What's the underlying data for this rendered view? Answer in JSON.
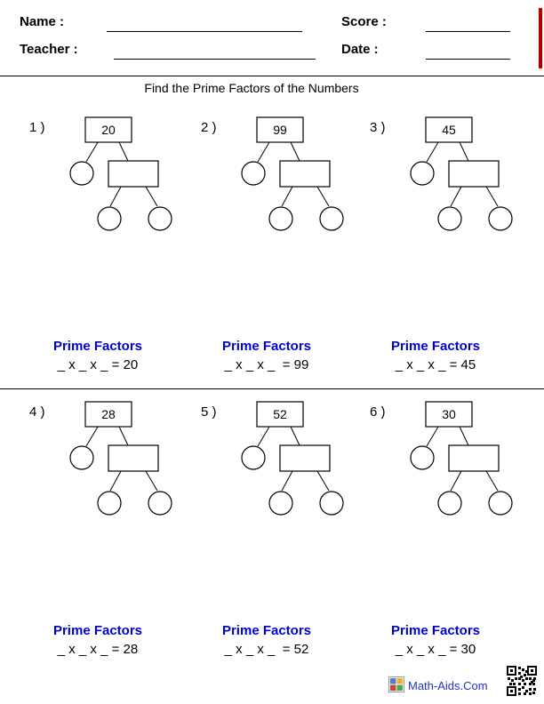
{
  "header": {
    "name_label": "Name :",
    "teacher_label": "Teacher :",
    "score_label": "Score :",
    "date_label": "Date :"
  },
  "title": "Find the Prime Factors of the Numbers",
  "labels": {
    "prime_factors": "Prime Factors"
  },
  "problems": [
    {
      "number": "1 )",
      "value": "20",
      "equation": "_ x _ x _ = 20"
    },
    {
      "number": "2 )",
      "value": "99",
      "equation": "_ x _ x _  = 99"
    },
    {
      "number": "3 )",
      "value": "45",
      "equation": "_ x _ x _ = 45"
    },
    {
      "number": "4 )",
      "value": "28",
      "equation": "_ x _ x _ = 28"
    },
    {
      "number": "5 )",
      "value": "52",
      "equation": "_ x _ x _  = 52"
    },
    {
      "number": "6 )",
      "value": "30",
      "equation": "_ x _ x _ = 30"
    }
  ],
  "footer": {
    "brand": "Math-Aids.Com"
  },
  "colors": {
    "accent_blue": "#0000cc",
    "edge_mark_red": "#b00000"
  }
}
